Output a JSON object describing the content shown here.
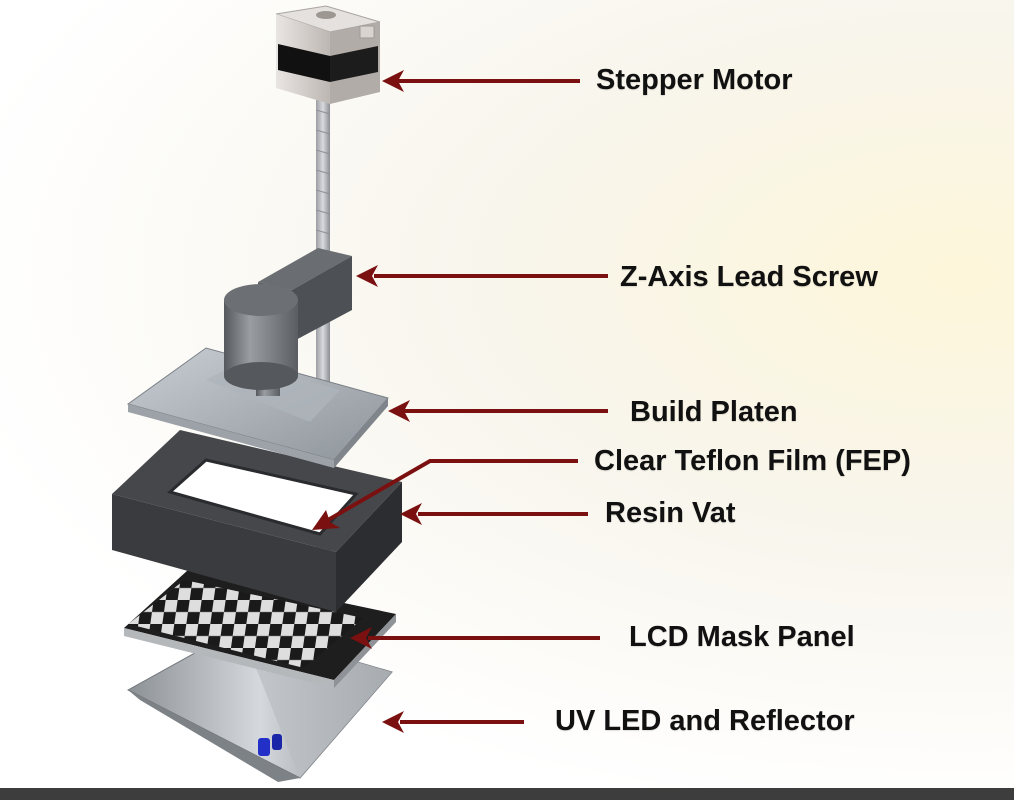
{
  "labels": {
    "stepper_motor": "Stepper Motor",
    "lead_screw": "Z-Axis Lead Screw",
    "build_platen": "Build Platen",
    "fep_film": "Clear Teflon Film (FEP)",
    "resin_vat": "Resin Vat",
    "lcd_panel": "LCD Mask Panel",
    "uv_led": "UV LED and Reflector"
  },
  "colors": {
    "arrow": "#7a1010",
    "label_text": "#111111",
    "vat": "#3a3b3e",
    "bottom_bar": "#3d3d3d"
  }
}
